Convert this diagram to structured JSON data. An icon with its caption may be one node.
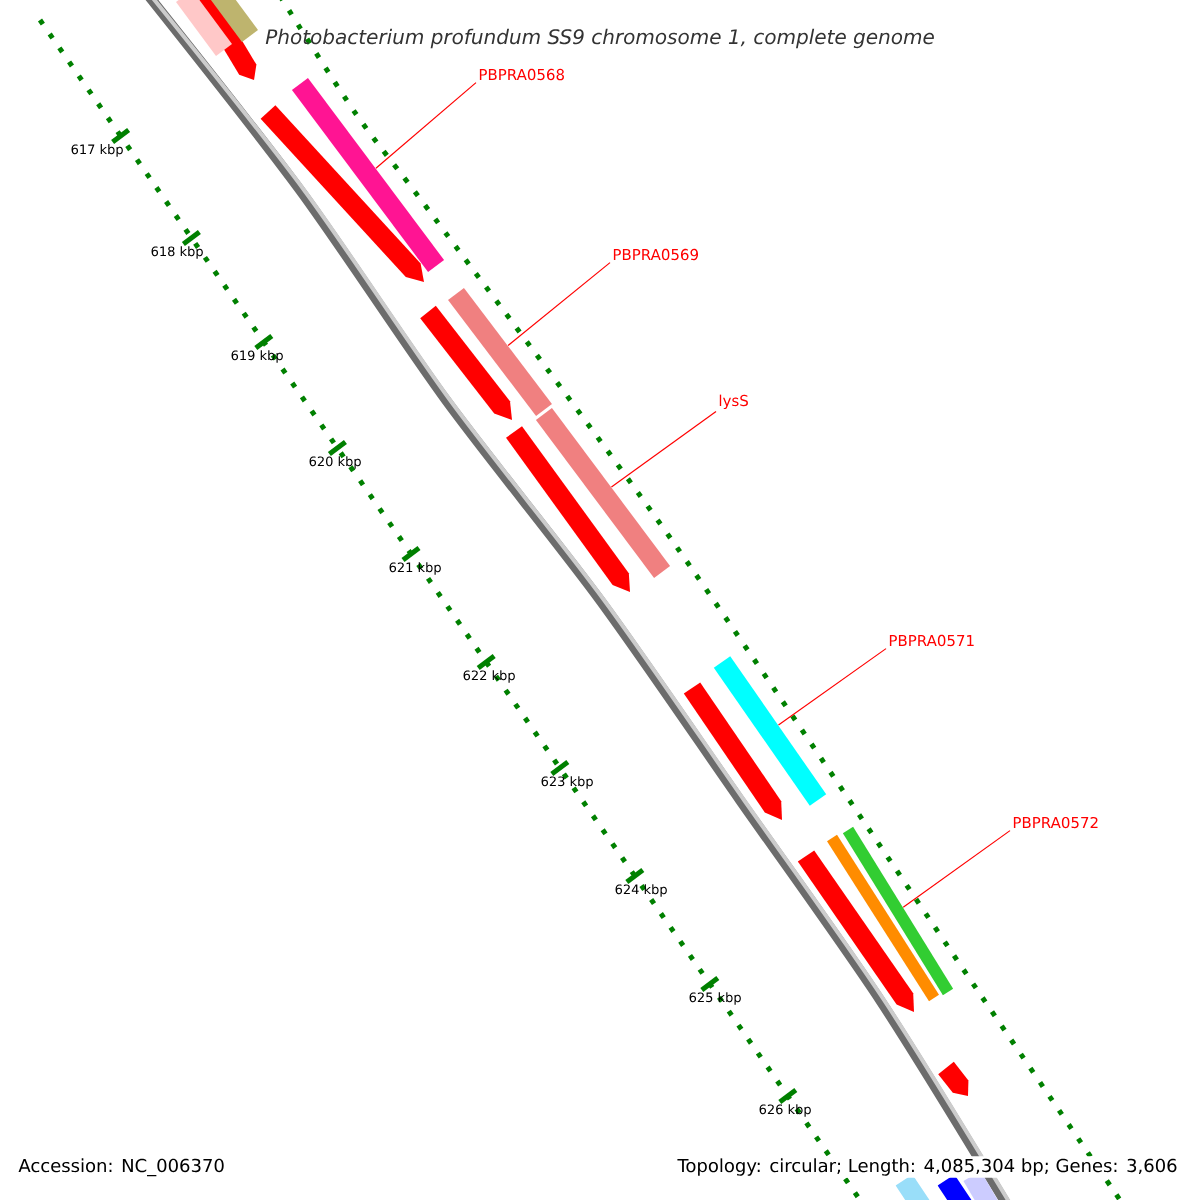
{
  "diagram": {
    "title": "Photobacterium profundum SS9 chromosome 1, complete genome",
    "nodes": [
      {
        "text": [
          "PBPRA0568"
        ]
      },
      {
        "text": [],
        "shape": "bar"
      },
      {
        "text": [
          "PBPRA0569"
        ]
      },
      {
        "text": [],
        "shape": "bar"
      },
      {
        "text": [
          "lysS"
        ]
      },
      {
        "text": [],
        "shape": "bar"
      },
      {
        "text": [
          "PBPRA0571"
        ]
      },
      {
        "text": [],
        "shape": "bar"
      },
      {
        "text": [
          "PBPRA0572"
        ]
      },
      {
        "text": [],
        "shape": "bar"
      }
    ],
    "edges": [
      {
        "from": 0,
        "to": 1,
        "arrow": "none"
      },
      {
        "from": 2,
        "to": 3,
        "arrow": "none"
      },
      {
        "from": 4,
        "to": 5,
        "arrow": "none"
      },
      {
        "from": 6,
        "to": 7,
        "arrow": "none"
      },
      {
        "from": 8,
        "to": 9,
        "arrow": "none"
      }
    ],
    "labels": [
      "617 kbp",
      "618 kbp",
      "619 kbp",
      "620 kbp",
      "621 kbp",
      "622 kbp",
      "623 kbp",
      "624 kbp",
      "625 kbp",
      "626 kbp",
      "Accession: NC_006370",
      "Topology: circular; Length: 4,085,304 bp; Genes: 3,606"
    ]
  }
}
